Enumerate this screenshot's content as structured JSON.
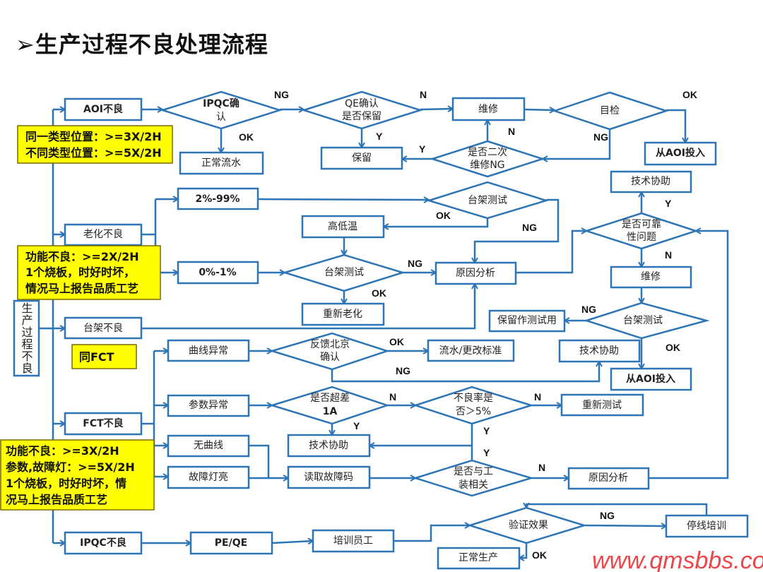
{
  "title": "➢生产过程不良处理流程",
  "side_label": "生产过程不良",
  "notes": {
    "aoi": [
      "同一类型位置：>=3X/2H",
      "不同类型位置：>=5X/2H"
    ],
    "aging": [
      "功能不良：>=2X/2H",
      "1个烧板，时好时坏，",
      "情况马上报告品质工艺"
    ],
    "rack": "同FCT",
    "fct": [
      "功能不良：>=3X/2H",
      "参数,故障灯：>=5X/2H",
      "1个烧板，时好时坏，情",
      "况马上报告品质工艺"
    ]
  },
  "nodes": {
    "aoi_bad": "AOI不良",
    "ipqc_confirm": [
      "IPQC确",
      "认"
    ],
    "normal_flow": "正常流水",
    "qe_confirm": [
      "QE确认",
      "是否保留"
    ],
    "retain": "保留",
    "repair_top": "维修",
    "visual_check": "目检",
    "from_aoi_top": "从AOI投入",
    "second_repair": [
      "是否二次",
      "维修NG"
    ],
    "aging_bad": "老化不良",
    "pct_2_99": "2%-99%",
    "rack_test_1": "台架测试",
    "high_low_temp": "高低温",
    "pct_0_1": "0%-1%",
    "rack_test_2": "台架测试",
    "root_cause_1": "原因分析",
    "re_aging": "重新老化",
    "tech_support_1": "技术协助",
    "reliability": [
      "是否可靠",
      "性问题"
    ],
    "repair_right": "维修",
    "rack_test_3": "台架测试",
    "keep_for_test": "保留作测试用",
    "tech_support_2": "技术协助",
    "from_aoi_mid": "从AOI投入",
    "rack_bad": "台架不良",
    "curve_abnormal": "曲线异常",
    "beijing_confirm": [
      "反馈北京",
      "确认"
    ],
    "flow_change_std": "流水/更改标准",
    "param_abnormal": "参数异常",
    "over_1a": [
      "是否超差",
      "1A"
    ],
    "rate_5pct": [
      "不良率是",
      "否＞5%"
    ],
    "retest": "重新测试",
    "fct_bad": "FCT不良",
    "tech_support_3": "技术协助",
    "no_curve": "无曲线",
    "fault_light": "故障灯亮",
    "read_code": "读取故障码",
    "fixture_related": [
      "是否与工",
      "装相关"
    ],
    "root_cause_2": "原因分析",
    "ipqc_bad": "IPQC不良",
    "pe_qe": "PE/QE",
    "train_staff": "培训员工",
    "verify": "验证效果",
    "stop_train": "停线培训",
    "normal_prod": "正常生产"
  },
  "labels": [
    "NG",
    "N",
    "OK",
    "Y",
    "Y",
    "N",
    "NG",
    "OK",
    "OK",
    "NG",
    "NG",
    "OK",
    "Y",
    "N",
    "NG",
    "OK",
    "OK",
    "NG",
    "N",
    "N",
    "Y",
    "Y",
    "Y",
    "N",
    "NG",
    "OK"
  ],
  "watermark": "www.qmsbbs.com",
  "colors": {
    "line": "#2e75b6",
    "note": "#ffff00",
    "watermark": "#e8262a"
  }
}
